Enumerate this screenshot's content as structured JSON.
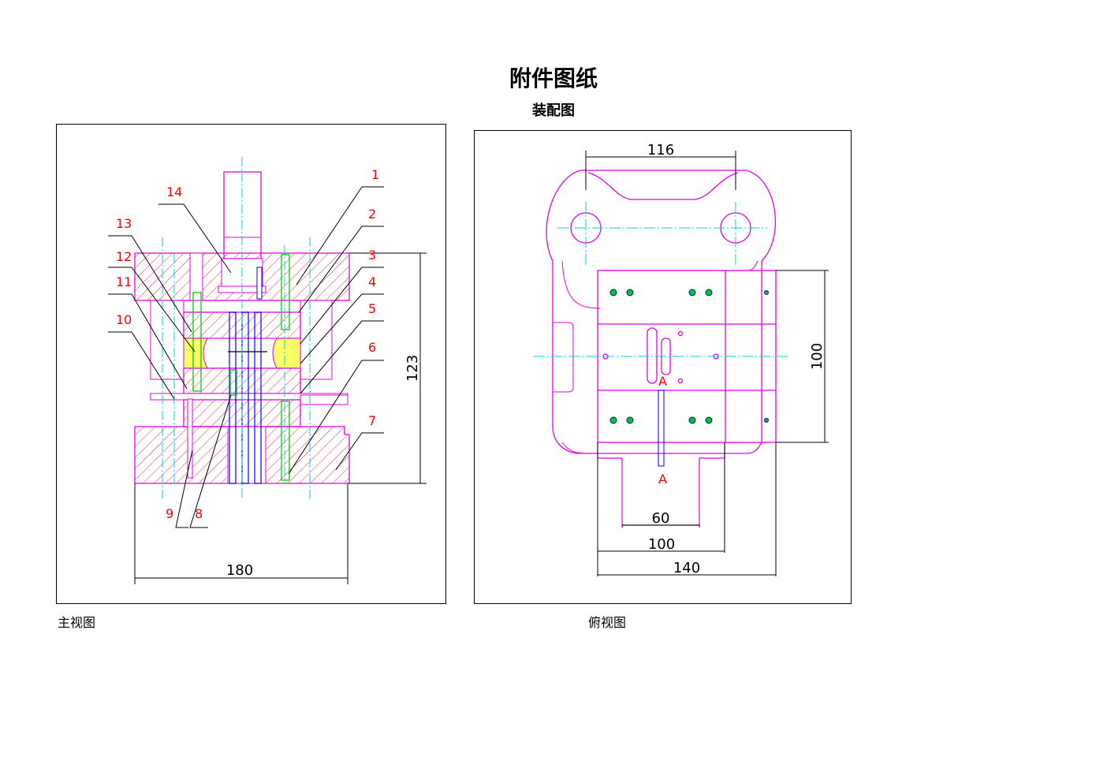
{
  "page": {
    "title": "附件图纸",
    "subtitle": "装配图"
  },
  "front_view": {
    "caption": "主视图",
    "part_labels": [
      "1",
      "2",
      "3",
      "4",
      "5",
      "6",
      "7",
      "8",
      "9",
      "10",
      "11",
      "12",
      "13",
      "14"
    ],
    "dimensions": {
      "height": "123",
      "width": "180"
    }
  },
  "top_view": {
    "caption": "俯视图",
    "dimensions": {
      "top_width": "116",
      "right_height": "100",
      "slot_width": "60",
      "mid_width": "100",
      "total_width": "140"
    },
    "section_marks": [
      "A",
      "A"
    ]
  },
  "colors": {
    "outline": "#e600e6",
    "hatch": "#ff3030",
    "centerline": "#00d0e0",
    "leader": "#ff0000",
    "bolt": "#0000ff",
    "green": "#00cc00",
    "yellow": "#ffff66"
  }
}
